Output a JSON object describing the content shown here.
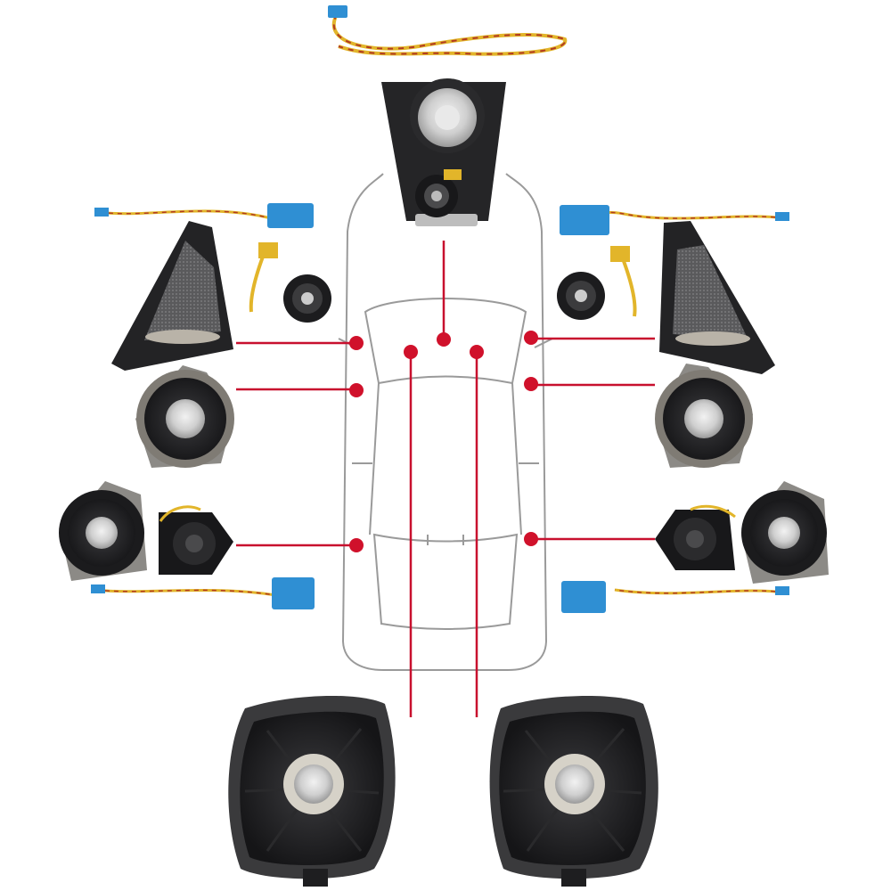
{
  "colors": {
    "background": "#ffffff",
    "marker": "#d0112b",
    "line": "#c8102e",
    "car_outline": "#9a9a9a",
    "speaker_dark": "#1d1d1f",
    "speaker_frame": "#8c8a86",
    "wire_yellow": "#e2b52a",
    "wire_red": "#b23a22",
    "connector_blue": "#2f8fd3"
  },
  "components": [
    {
      "name": "center-dash-speaker",
      "icon": "center-speaker-icon"
    },
    {
      "name": "left-a-pillar-tweeter",
      "icon": "tweeter-cover-icon"
    },
    {
      "name": "right-a-pillar-tweeter",
      "icon": "tweeter-cover-icon"
    },
    {
      "name": "left-front-midrange",
      "icon": "midrange-speaker-icon"
    },
    {
      "name": "right-front-midrange",
      "icon": "midrange-speaker-icon"
    },
    {
      "name": "left-rear-coaxial",
      "icon": "coaxial-speaker-icon"
    },
    {
      "name": "right-rear-coaxial",
      "icon": "coaxial-speaker-icon"
    },
    {
      "name": "left-underseat-subwoofer",
      "icon": "subwoofer-icon"
    },
    {
      "name": "right-underseat-subwoofer",
      "icon": "subwoofer-icon"
    }
  ]
}
